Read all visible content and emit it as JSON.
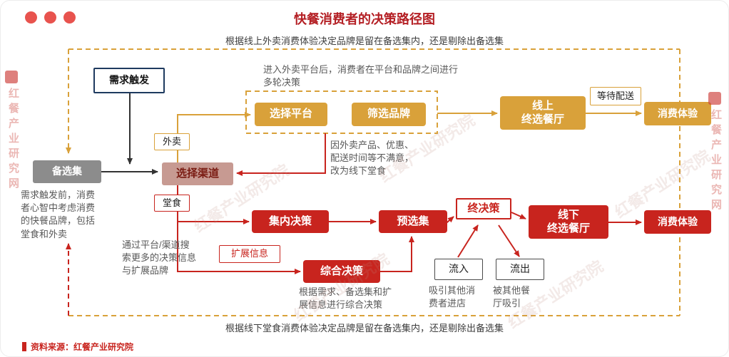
{
  "title": "快餐消费者的决策路径图",
  "annotations": {
    "top_loop": "根据线上外卖消费体验决定品牌是留在备选集内，还是剔除出备选集",
    "bottom_loop": "根据线下堂食消费体验决定品牌是留在备选集内，还是剔除出备选集",
    "platform_note": "进入外卖平台后，消费者在平台和品牌之间进行多轮决策",
    "dissatisfied_note": "因外卖产品、优惠、配送时间等不满意，改为线下堂食",
    "alt_set_note": "需求触发前，消费者心智中考虑消费的快餐品牌，包括堂食和外卖",
    "search_note": "通过平台/渠道搜索更多的决策信息与扩展品牌",
    "comprehensive_note": "根据需求、备选集和扩展信息进行综合决策",
    "flow_in_note": "吸引其他消费者进店",
    "flow_out_note": "被其他餐厅吸引"
  },
  "nodes": {
    "demand_trigger": "需求触发",
    "alternative_set": "备选集",
    "channel_select": "选择渠道",
    "takeout": "外卖",
    "dine_in": "堂食",
    "platform_select": "选择平台",
    "brand_screen": "筛选品牌",
    "online_l1": "线上",
    "online_l2": "终选餐厅",
    "wait_delivery": "等待配送",
    "experience_online": "消费体验",
    "in_set_decision": "集内决策",
    "preselection_set": "预选集",
    "final_decision": "终决策",
    "offline_l1": "线下",
    "offline_l2": "终选餐厅",
    "experience_offline": "消费体验",
    "extended_info": "扩展信息",
    "comprehensive_decision": "综合决策",
    "flow_in": "流入",
    "flow_out": "流出"
  },
  "footer": {
    "source": "资料来源：红餐产业研究院"
  },
  "watermarks": {
    "side": "红餐产业研究网",
    "diagonal": "红餐产业研究院"
  },
  "colors": {
    "gold": "#D9A13A",
    "red": "#C8241E",
    "maroon": "#B41F24",
    "gray_box": "#8C8C8C",
    "channel_bg": "#C79A92",
    "navy": "#1E3A5F",
    "gray_text": "#595959"
  }
}
